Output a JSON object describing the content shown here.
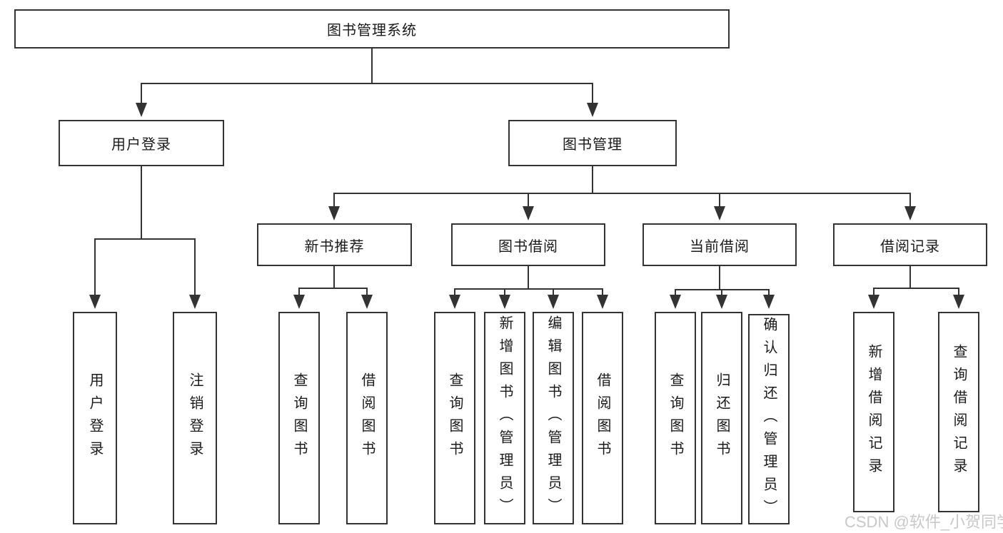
{
  "root": {
    "label": "图书管理系统"
  },
  "branches": [
    {
      "label": "用户登录",
      "children": [
        {
          "label": "用户登录"
        },
        {
          "label": "注销登录"
        }
      ]
    },
    {
      "label": "图书管理",
      "children": [
        {
          "label": "新书推荐",
          "children": [
            {
              "label": "查询图书"
            },
            {
              "label": "借阅图书"
            }
          ]
        },
        {
          "label": "图书借阅",
          "children": [
            {
              "label": "查询图书"
            },
            {
              "label": "新增图书（管理员）"
            },
            {
              "label": "编辑图书（管理员）"
            },
            {
              "label": "借阅图书"
            }
          ]
        },
        {
          "label": "当前借阅",
          "children": [
            {
              "label": "查询图书"
            },
            {
              "label": "归还图书"
            },
            {
              "label": "确认归还（管理员）"
            }
          ]
        },
        {
          "label": "借阅记录",
          "children": [
            {
              "label": "新增借阅记录"
            },
            {
              "label": "查询借阅记录"
            }
          ]
        }
      ]
    }
  ],
  "watermark": {
    "text": "CSDN @软件_小贺同学",
    "color": "#c8c8c8"
  },
  "colors": {
    "line": "#333333",
    "box_border": "#333333",
    "text": "#1a1a1a",
    "background": "#ffffff"
  }
}
